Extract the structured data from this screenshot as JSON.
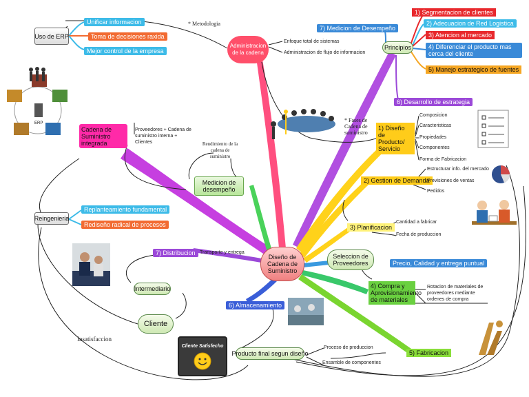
{
  "center": "Diseño de Cadena de Suministro",
  "metodologia": "* Metodologia",
  "uso_erp": {
    "label": "Uso de ERP",
    "items": [
      "Unificar informacion",
      "Toma de decisiones raxida",
      "Mejor control de la empresa"
    ]
  },
  "admin": {
    "label": "Administracion de la cadena",
    "items": [
      "Enfoque total de sistemas",
      "Administracion de flujo de informacion"
    ]
  },
  "principios": {
    "label": "Principios",
    "items": [
      "1) Segmentacion de clientes",
      "2) Adecuacion de Red Logistica",
      "3) Atencion al mercado",
      "4) Diferenciar el producto mas cerca del cliente",
      "5) Manejo estrategico de fuentes"
    ],
    "medicion_7": "7) Medicion de Desempeño",
    "estrategia_6": "6) Desarrollo de estrategia"
  },
  "erp_graphic": {
    "center": "ERP"
  },
  "cadena_integrada": {
    "label": "Cadena de Suministro integrada",
    "desc": "Proveedores + Cadena de suministro interna + Clientes"
  },
  "rendimiento": "Rendimiento de la cadena de suministro",
  "medicion": "Medicion de desempeño",
  "fases": {
    "note": "* Fases de Cadena de suministro",
    "producto": "1) Diseño de Producto/ Servicio",
    "producto_items": [
      "Composicion",
      "Caracteristicas",
      "Propiedades",
      "Componentes",
      "Forma de Fabricacion"
    ],
    "demanda": "2) Gestion de Demanda",
    "demanda_items": [
      "Estructurar info. del mercado",
      "Previsiones de ventas",
      "Pedidos"
    ],
    "planificacion": "3) Planificacion",
    "planificacion_items": [
      "Cantidad a fabricar",
      "Fecha de produccion"
    ],
    "seleccion": "Seleccion de Proveedores",
    "seleccion_item": "Precio, Calidad y entrega puntual",
    "compra": "4) Compra y Aprovisionamiento de materiales",
    "compra_desc": "Rotacion de materiales de proveedores mediante ordenes de compra",
    "fabricacion": "5) Fabricacion",
    "fabricacion_items": [
      "Proceso de produccion",
      "Ensamble de componentes"
    ],
    "producto_final": "Producto final segun diseño",
    "almacenamiento": "6) Almacenamiento",
    "distribucion": "7) Distribucion",
    "transporte": "Transporte y entrega",
    "intermediario": "Intermediario",
    "cliente": "Cliente",
    "insatisfaccion": "Insatisfaccion",
    "cliente_satisfecho": "Cliente Satisfecho"
  },
  "reingenieria": {
    "label": "Reingenieria",
    "items": [
      "Replanteamiento fundamental",
      "Rediseño radical de procesos"
    ]
  },
  "colors": {
    "cyan": "#3dbbe8",
    "orange": "#f26b32",
    "red": "#e8282c",
    "pink": "#ff4fa0",
    "purple": "#9b49d8",
    "blue": "#3a8ad8",
    "green": "#7ad530",
    "yellow": "#ffcc1a",
    "magenta": "#ff2aa8"
  }
}
